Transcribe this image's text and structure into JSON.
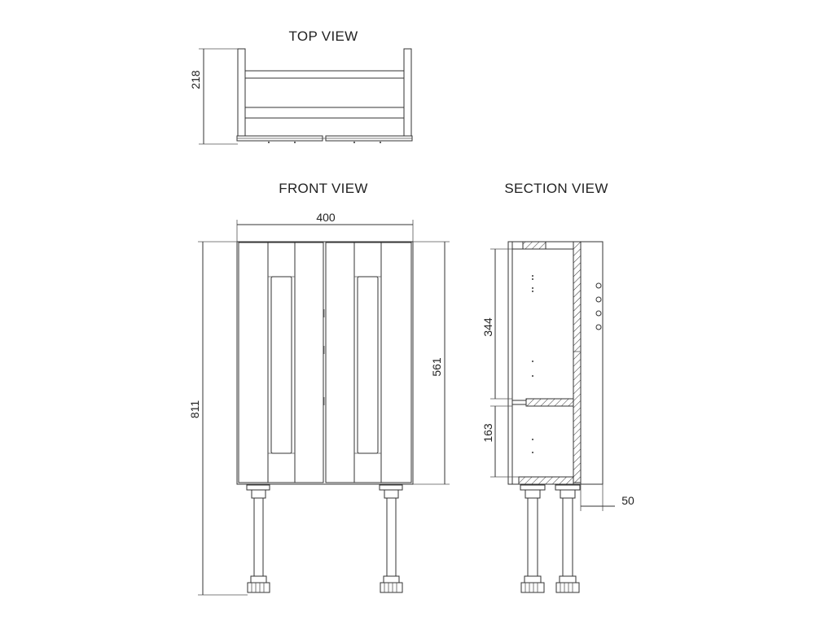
{
  "views": {
    "top": {
      "title": "TOP VIEW"
    },
    "front": {
      "title": "FRONT VIEW"
    },
    "section": {
      "title": "SECTION VIEW"
    }
  },
  "dimensions": {
    "top_depth": "218",
    "front_width": "400",
    "front_total_height": "811",
    "front_cabinet_height": "561",
    "section_upper": "344",
    "section_lower": "163",
    "section_offset": "50"
  }
}
